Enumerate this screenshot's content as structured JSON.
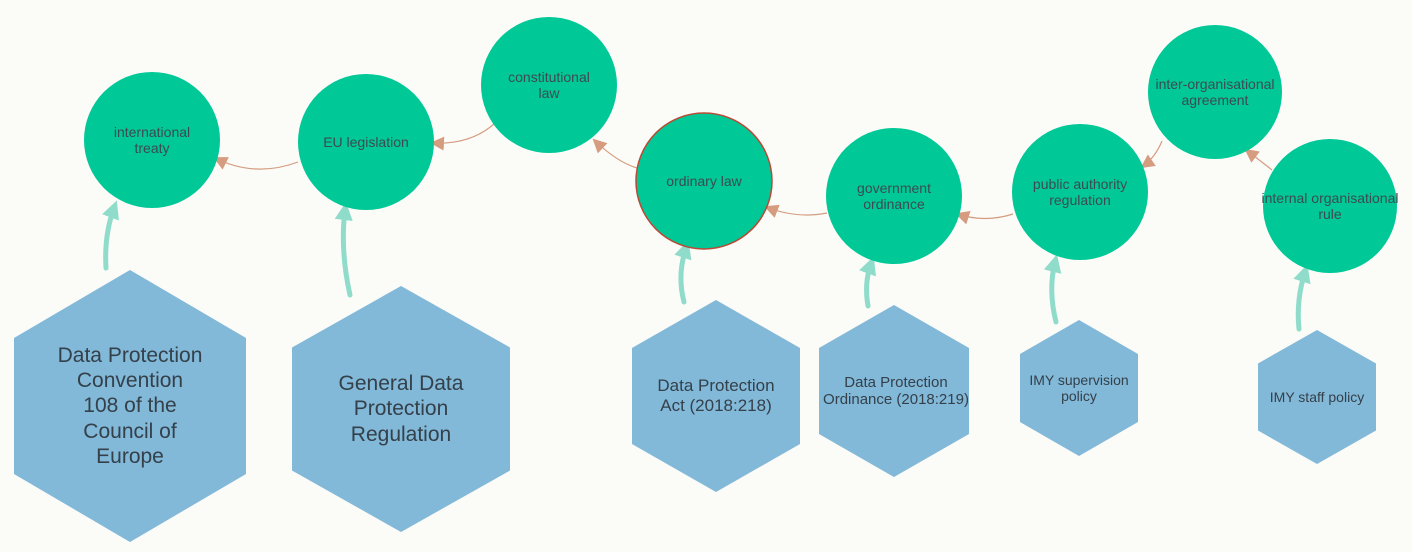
{
  "colors": {
    "circle_fill": "#00c896",
    "hex_fill": "#82b8d8",
    "link_arrow": "#d59c80",
    "input_arrow": "#8fdcca",
    "highlight_stroke": "#b94a36",
    "background": "#fbfbf8"
  },
  "circles": [
    {
      "id": "international-treaty",
      "label": "international\ntreaty"
    },
    {
      "id": "eu-legislation",
      "label": "EU legislation"
    },
    {
      "id": "constitutional-law",
      "label": "constitutional\nlaw"
    },
    {
      "id": "ordinary-law",
      "label": "ordinary law",
      "highlighted": true
    },
    {
      "id": "government-ordinance",
      "label": "government\nordinance"
    },
    {
      "id": "public-authority-regulation",
      "label": "public authority\nregulation"
    },
    {
      "id": "inter-organisational-agreement",
      "label": "inter-organisational\nagreement"
    },
    {
      "id": "internal-organisational-rule",
      "label": "internal organisational\nrule"
    }
  ],
  "hexagons": [
    {
      "id": "data-protection-convention",
      "label": "Data Protection\nConvention\n108 of the\nCouncil of\nEurope",
      "points_to": "international-treaty"
    },
    {
      "id": "gdpr",
      "label": "General Data\nProtection\nRegulation",
      "points_to": "eu-legislation"
    },
    {
      "id": "data-protection-act",
      "label": "Data Protection\nAct (2018:218)",
      "points_to": "ordinary-law"
    },
    {
      "id": "data-protection-ordinance",
      "label": "Data Protection\nOrdinance (2018:219)",
      "points_to": "government-ordinance"
    },
    {
      "id": "imy-supervision-policy",
      "label": "IMY supervision\npolicy",
      "points_to": "public-authority-regulation"
    },
    {
      "id": "imy-staff-policy",
      "label": "IMY staff policy",
      "points_to": "internal-organisational-rule"
    }
  ],
  "links": [
    {
      "from": "eu-legislation",
      "to": "international-treaty"
    },
    {
      "from": "constitutional-law",
      "to": "eu-legislation"
    },
    {
      "from": "ordinary-law",
      "to": "constitutional-law"
    },
    {
      "from": "government-ordinance",
      "to": "ordinary-law"
    },
    {
      "from": "public-authority-regulation",
      "to": "government-ordinance"
    },
    {
      "from": "inter-organisational-agreement",
      "to": "public-authority-regulation"
    },
    {
      "from": "internal-organisational-rule",
      "to": "inter-organisational-agreement"
    }
  ]
}
